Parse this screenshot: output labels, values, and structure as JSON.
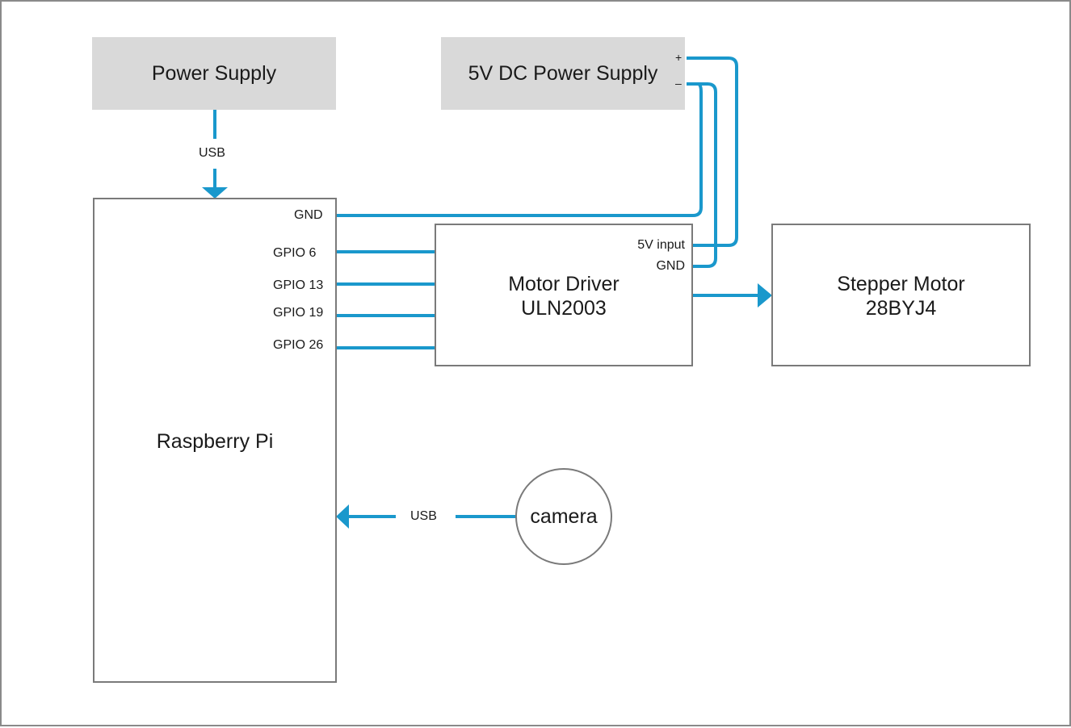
{
  "colors": {
    "wire": "#1a98cc",
    "box_fill": "#d9d9d9",
    "box_border": "#7a7a7a",
    "frame": "#8a8a8a"
  },
  "nodes": {
    "power_supply": {
      "title": "Power Supply"
    },
    "dc_supply": {
      "title": "5V DC Power Supply",
      "plus": "+",
      "minus": "–"
    },
    "raspberry_pi": {
      "title": "Raspberry Pi",
      "pins": {
        "gnd": "GND",
        "gpio6": "GPIO 6",
        "gpio13": "GPIO 13",
        "gpio19": "GPIO 19",
        "gpio26": "GPIO 26"
      }
    },
    "motor_driver": {
      "title_line1": "Motor Driver",
      "title_line2": "ULN2003",
      "pins": {
        "v5": "5V input",
        "gnd": "GND"
      }
    },
    "stepper_motor": {
      "title_line1": "Stepper Motor",
      "title_line2": "28BYJ4"
    },
    "camera": {
      "title": "camera"
    }
  },
  "edges": {
    "power_to_pi": {
      "label": "USB"
    },
    "camera_to_pi": {
      "label": "USB"
    }
  }
}
